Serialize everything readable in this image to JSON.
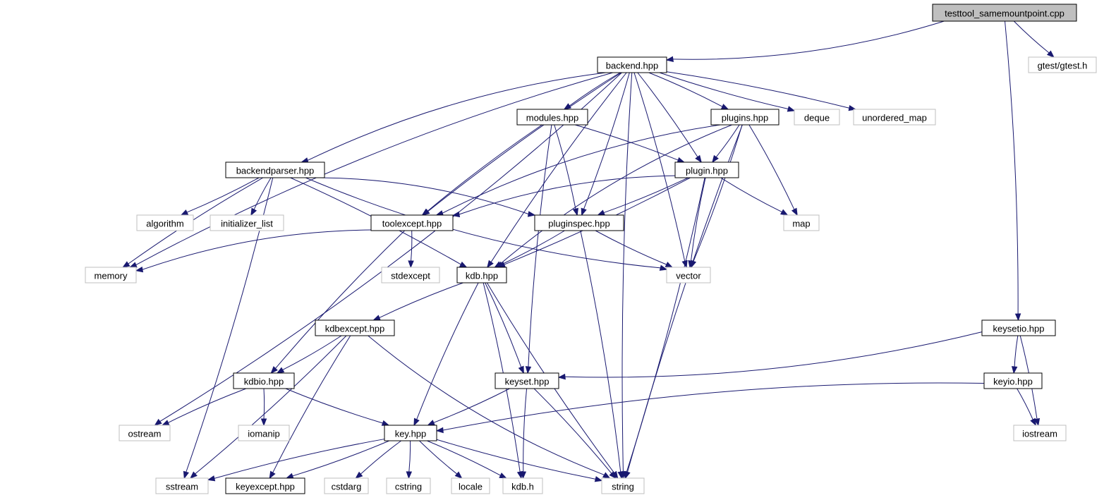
{
  "diagram": {
    "title": "testtool_samemountpoint.cpp include dependency graph",
    "colors": {
      "edge": "#191970",
      "root_fill": "#bfbfbf",
      "root_stroke": "#000000",
      "documented_stroke": "#000000",
      "external_stroke": "#bfbfbf",
      "external_text": "#000000",
      "node_fill": "#ffffff"
    },
    "nodes": [
      {
        "id": "root",
        "label": "testtool_samemountpoint.cpp",
        "kind": "root"
      },
      {
        "id": "backend",
        "label": "backend.hpp",
        "kind": "documented"
      },
      {
        "id": "gtest",
        "label": "gtest/gtest.h",
        "kind": "external"
      },
      {
        "id": "modules",
        "label": "modules.hpp",
        "kind": "documented"
      },
      {
        "id": "plugins",
        "label": "plugins.hpp",
        "kind": "documented"
      },
      {
        "id": "deque",
        "label": "deque",
        "kind": "external"
      },
      {
        "id": "unordered_map",
        "label": "unordered_map",
        "kind": "external"
      },
      {
        "id": "backendparser",
        "label": "backendparser.hpp",
        "kind": "documented"
      },
      {
        "id": "plugin",
        "label": "plugin.hpp",
        "kind": "documented"
      },
      {
        "id": "algorithm",
        "label": "algorithm",
        "kind": "external"
      },
      {
        "id": "initializer_list",
        "label": "initializer_list",
        "kind": "external"
      },
      {
        "id": "toolexcept",
        "label": "toolexcept.hpp",
        "kind": "documented"
      },
      {
        "id": "pluginspec",
        "label": "pluginspec.hpp",
        "kind": "documented"
      },
      {
        "id": "map",
        "label": "map",
        "kind": "external"
      },
      {
        "id": "memory",
        "label": "memory",
        "kind": "external"
      },
      {
        "id": "stdexcept",
        "label": "stdexcept",
        "kind": "external"
      },
      {
        "id": "kdb",
        "label": "kdb.hpp",
        "kind": "documented"
      },
      {
        "id": "vector",
        "label": "vector",
        "kind": "external"
      },
      {
        "id": "kdbexcept",
        "label": "kdbexcept.hpp",
        "kind": "documented"
      },
      {
        "id": "keysetio",
        "label": "keysetio.hpp",
        "kind": "documented"
      },
      {
        "id": "kdbio",
        "label": "kdbio.hpp",
        "kind": "documented"
      },
      {
        "id": "keyset",
        "label": "keyset.hpp",
        "kind": "documented"
      },
      {
        "id": "keyio",
        "label": "keyio.hpp",
        "kind": "documented"
      },
      {
        "id": "ostream",
        "label": "ostream",
        "kind": "external"
      },
      {
        "id": "iomanip",
        "label": "iomanip",
        "kind": "external"
      },
      {
        "id": "key",
        "label": "key.hpp",
        "kind": "documented"
      },
      {
        "id": "iostream",
        "label": "iostream",
        "kind": "external"
      },
      {
        "id": "sstream",
        "label": "sstream",
        "kind": "external"
      },
      {
        "id": "keyexcept",
        "label": "keyexcept.hpp",
        "kind": "documented"
      },
      {
        "id": "cstdarg",
        "label": "cstdarg",
        "kind": "external"
      },
      {
        "id": "cstring",
        "label": "cstring",
        "kind": "external"
      },
      {
        "id": "locale",
        "label": "locale",
        "kind": "external"
      },
      {
        "id": "kdbh",
        "label": "kdb.h",
        "kind": "external"
      },
      {
        "id": "string",
        "label": "string",
        "kind": "external"
      }
    ],
    "edges": [
      [
        "root",
        "backend"
      ],
      [
        "root",
        "gtest"
      ],
      [
        "root",
        "keysetio"
      ],
      [
        "backend",
        "modules"
      ],
      [
        "backend",
        "plugins"
      ],
      [
        "backend",
        "deque"
      ],
      [
        "backend",
        "unordered_map"
      ],
      [
        "backend",
        "backendparser"
      ],
      [
        "backend",
        "plugin"
      ],
      [
        "backend",
        "toolexcept"
      ],
      [
        "backend",
        "pluginspec"
      ],
      [
        "backend",
        "kdb"
      ],
      [
        "backend",
        "vector"
      ],
      [
        "backend",
        "memory"
      ],
      [
        "backend",
        "ostream"
      ],
      [
        "backend",
        "string"
      ],
      [
        "modules",
        "plugin"
      ],
      [
        "modules",
        "toolexcept"
      ],
      [
        "modules",
        "pluginspec"
      ],
      [
        "modules",
        "keyset"
      ],
      [
        "plugins",
        "plugin"
      ],
      [
        "plugins",
        "toolexcept"
      ],
      [
        "plugins",
        "map"
      ],
      [
        "plugins",
        "kdb"
      ],
      [
        "plugins",
        "vector"
      ],
      [
        "plugins",
        "string"
      ],
      [
        "backendparser",
        "algorithm"
      ],
      [
        "backendparser",
        "initializer_list"
      ],
      [
        "backendparser",
        "pluginspec"
      ],
      [
        "backendparser",
        "memory"
      ],
      [
        "backendparser",
        "kdb"
      ],
      [
        "backendparser",
        "vector"
      ],
      [
        "backendparser",
        "sstream"
      ],
      [
        "plugin",
        "toolexcept"
      ],
      [
        "plugin",
        "pluginspec"
      ],
      [
        "plugin",
        "map"
      ],
      [
        "plugin",
        "kdb"
      ],
      [
        "plugin",
        "vector"
      ],
      [
        "plugin",
        "string"
      ],
      [
        "toolexcept",
        "memory"
      ],
      [
        "toolexcept",
        "stdexcept"
      ],
      [
        "toolexcept",
        "kdbio"
      ],
      [
        "pluginspec",
        "kdb"
      ],
      [
        "pluginspec",
        "vector"
      ],
      [
        "pluginspec",
        "string"
      ],
      [
        "kdb",
        "kdbexcept"
      ],
      [
        "kdb",
        "keyset"
      ],
      [
        "kdb",
        "key"
      ],
      [
        "kdb",
        "kdbh"
      ],
      [
        "kdb",
        "string"
      ],
      [
        "kdbexcept",
        "kdbio"
      ],
      [
        "kdbexcept",
        "keyexcept"
      ],
      [
        "kdbexcept",
        "sstream"
      ],
      [
        "kdbexcept",
        "string"
      ],
      [
        "keysetio",
        "keyset"
      ],
      [
        "keysetio",
        "keyio"
      ],
      [
        "keysetio",
        "iostream"
      ],
      [
        "keyio",
        "key"
      ],
      [
        "keyio",
        "iostream"
      ],
      [
        "kdbio",
        "ostream"
      ],
      [
        "kdbio",
        "iomanip"
      ],
      [
        "kdbio",
        "key"
      ],
      [
        "keyset",
        "key"
      ],
      [
        "keyset",
        "kdbh"
      ],
      [
        "keyset",
        "string"
      ],
      [
        "key",
        "sstream"
      ],
      [
        "key",
        "keyexcept"
      ],
      [
        "key",
        "cstdarg"
      ],
      [
        "key",
        "cstring"
      ],
      [
        "key",
        "locale"
      ],
      [
        "key",
        "kdbh"
      ],
      [
        "key",
        "string"
      ]
    ]
  }
}
